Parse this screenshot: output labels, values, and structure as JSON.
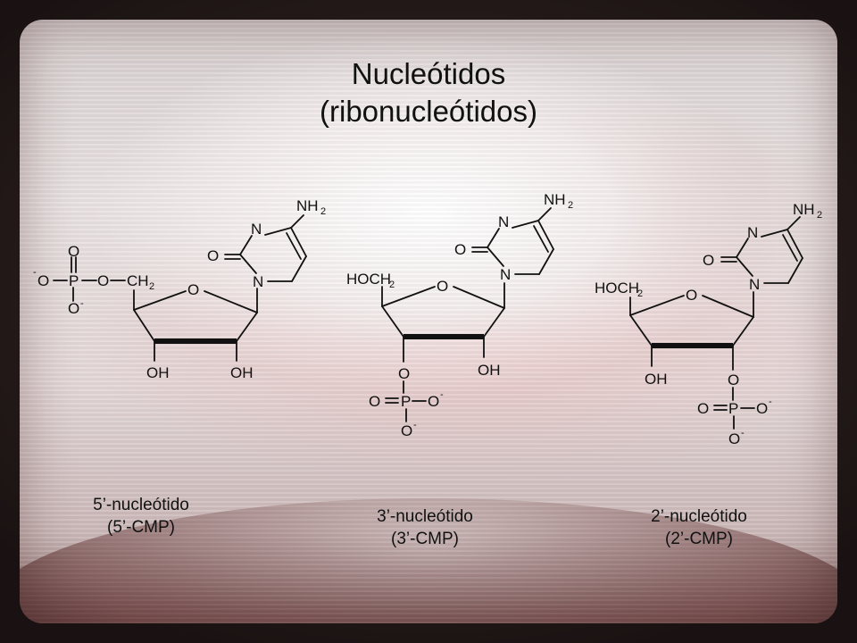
{
  "title": {
    "line1": "Nucleótidos",
    "line2": "(ribonucleótidos)"
  },
  "structures": [
    {
      "caption_line1": "5’-nucleótido",
      "caption_line2": "(5’-CMP)",
      "atoms": {
        "nh2": "NH",
        "nh2_sub": "2",
        "n_top": "N",
        "n_ring": "N",
        "o_carbonyl": "O",
        "o_ring": "O",
        "oh_left": "OH",
        "oh_right": "OH",
        "p": "P",
        "o_top": "O",
        "o_left": "O",
        "o_bridge": "O",
        "o_bottom": "O",
        "ch2": "CH",
        "ch2_sub": "2",
        "minus": "-"
      }
    },
    {
      "caption_line1": "3’-nucleótido",
      "caption_line2": "(3’-CMP)",
      "atoms": {
        "nh2": "NH",
        "nh2_sub": "2",
        "n_top": "N",
        "n_ring": "N",
        "o_carbonyl": "O",
        "o_ring": "O",
        "hoch2": "HOCH",
        "hoch2_sub": "2",
        "oh": "OH",
        "o_link": "O",
        "p": "P",
        "o_left": "O",
        "o_right": "O",
        "o_bottom": "O",
        "minus": "-"
      }
    },
    {
      "caption_line1": "2’-nucleótido",
      "caption_line2": "(2’-CMP)",
      "atoms": {
        "nh2": "NH",
        "nh2_sub": "2",
        "n_top": "N",
        "n_ring": "N",
        "o_carbonyl": "O",
        "o_ring": "O",
        "hoch2": "HOCH",
        "hoch2_sub": "2",
        "oh": "OH",
        "o_link": "O",
        "p": "P",
        "o_left": "O",
        "o_right": "O",
        "o_bottom": "O",
        "minus": "-"
      }
    }
  ]
}
